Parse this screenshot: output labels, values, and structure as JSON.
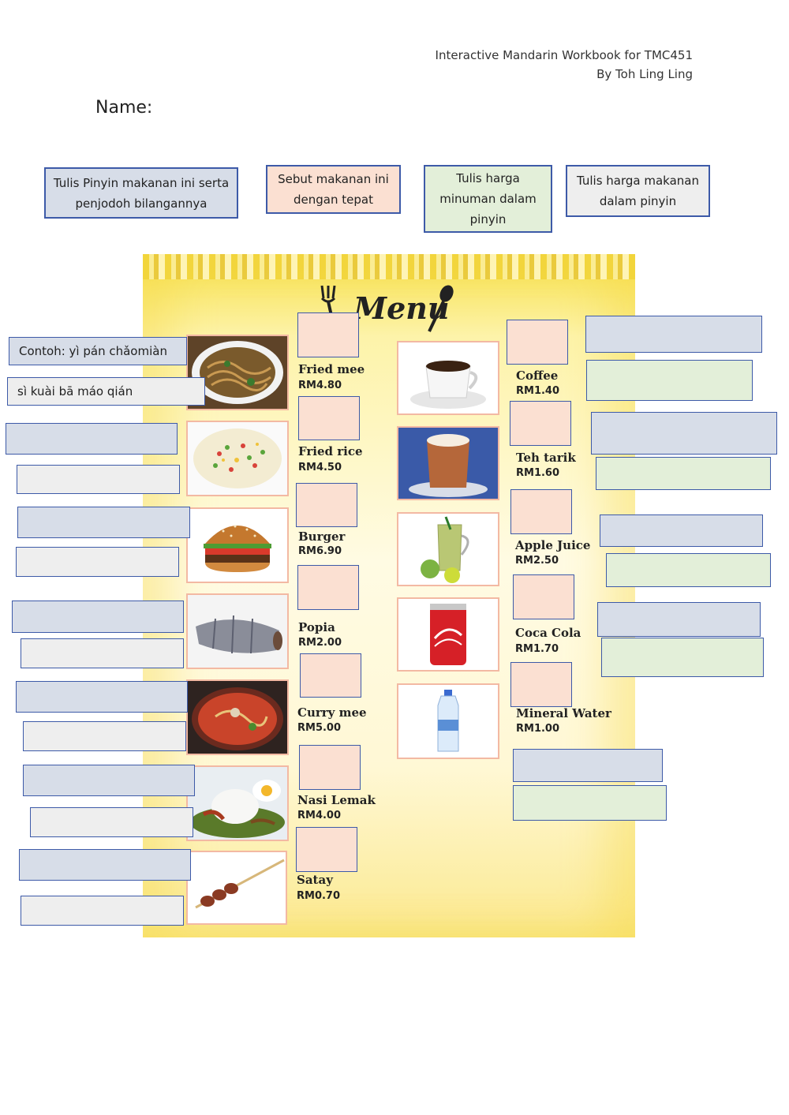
{
  "header": {
    "line1": "Interactive Mandarin Workbook for TMC451",
    "line2": "By Toh Ling Ling",
    "name_label": "Name:"
  },
  "instructions": [
    {
      "text": "Tulis Pinyin makanan ini serta penjodoh bilangannya",
      "color": "#d7dde8"
    },
    {
      "text": "Sebut makanan ini dengan tepat",
      "color": "#fbe0d2"
    },
    {
      "text": "Tulis harga minuman dalam pinyin",
      "color": "#e3efd9"
    },
    {
      "text": "Tulis harga makanan dalam pinyin",
      "color": "#eeeeee"
    }
  ],
  "example": {
    "food": "Contoh: yì pán chǎomiàn",
    "price": "sì kuài bā máo qián"
  },
  "menu": {
    "title": "Menu",
    "foods": [
      {
        "name": "Fried mee",
        "price": "RM4.80",
        "icon": "fried-mee-image"
      },
      {
        "name": "Fried rice",
        "price": "RM4.50",
        "icon": "fried-rice-image"
      },
      {
        "name": "Burger",
        "price": "RM6.90",
        "icon": "burger-image"
      },
      {
        "name": "Popia",
        "price": "RM2.00",
        "icon": "popia-image"
      },
      {
        "name": "Curry mee",
        "price": "RM5.00",
        "icon": "curry-mee-image"
      },
      {
        "name": "Nasi Lemak",
        "price": "RM4.00",
        "icon": "nasi-lemak-image"
      },
      {
        "name": "Satay",
        "price": "RM0.70",
        "icon": "satay-image"
      }
    ],
    "drinks": [
      {
        "name": "Coffee",
        "price": "RM1.40",
        "icon": "coffee-image"
      },
      {
        "name": "Teh tarik",
        "price": "RM1.60",
        "icon": "teh-tarik-image"
      },
      {
        "name": "Apple Juice",
        "price": "RM2.50",
        "icon": "apple-juice-image"
      },
      {
        "name": "Coca Cola",
        "price": "RM1.70",
        "icon": "coca-cola-image"
      },
      {
        "name": "Mineral Water",
        "price": "RM1.00",
        "icon": "mineral-water-image"
      }
    ]
  },
  "colors": {
    "box_border": "#3d5aa8",
    "blue_box": "#d7dde8",
    "gray_box": "#eeeeee",
    "green_box": "#e3efd9",
    "peach_box": "#fbe0d2"
  }
}
